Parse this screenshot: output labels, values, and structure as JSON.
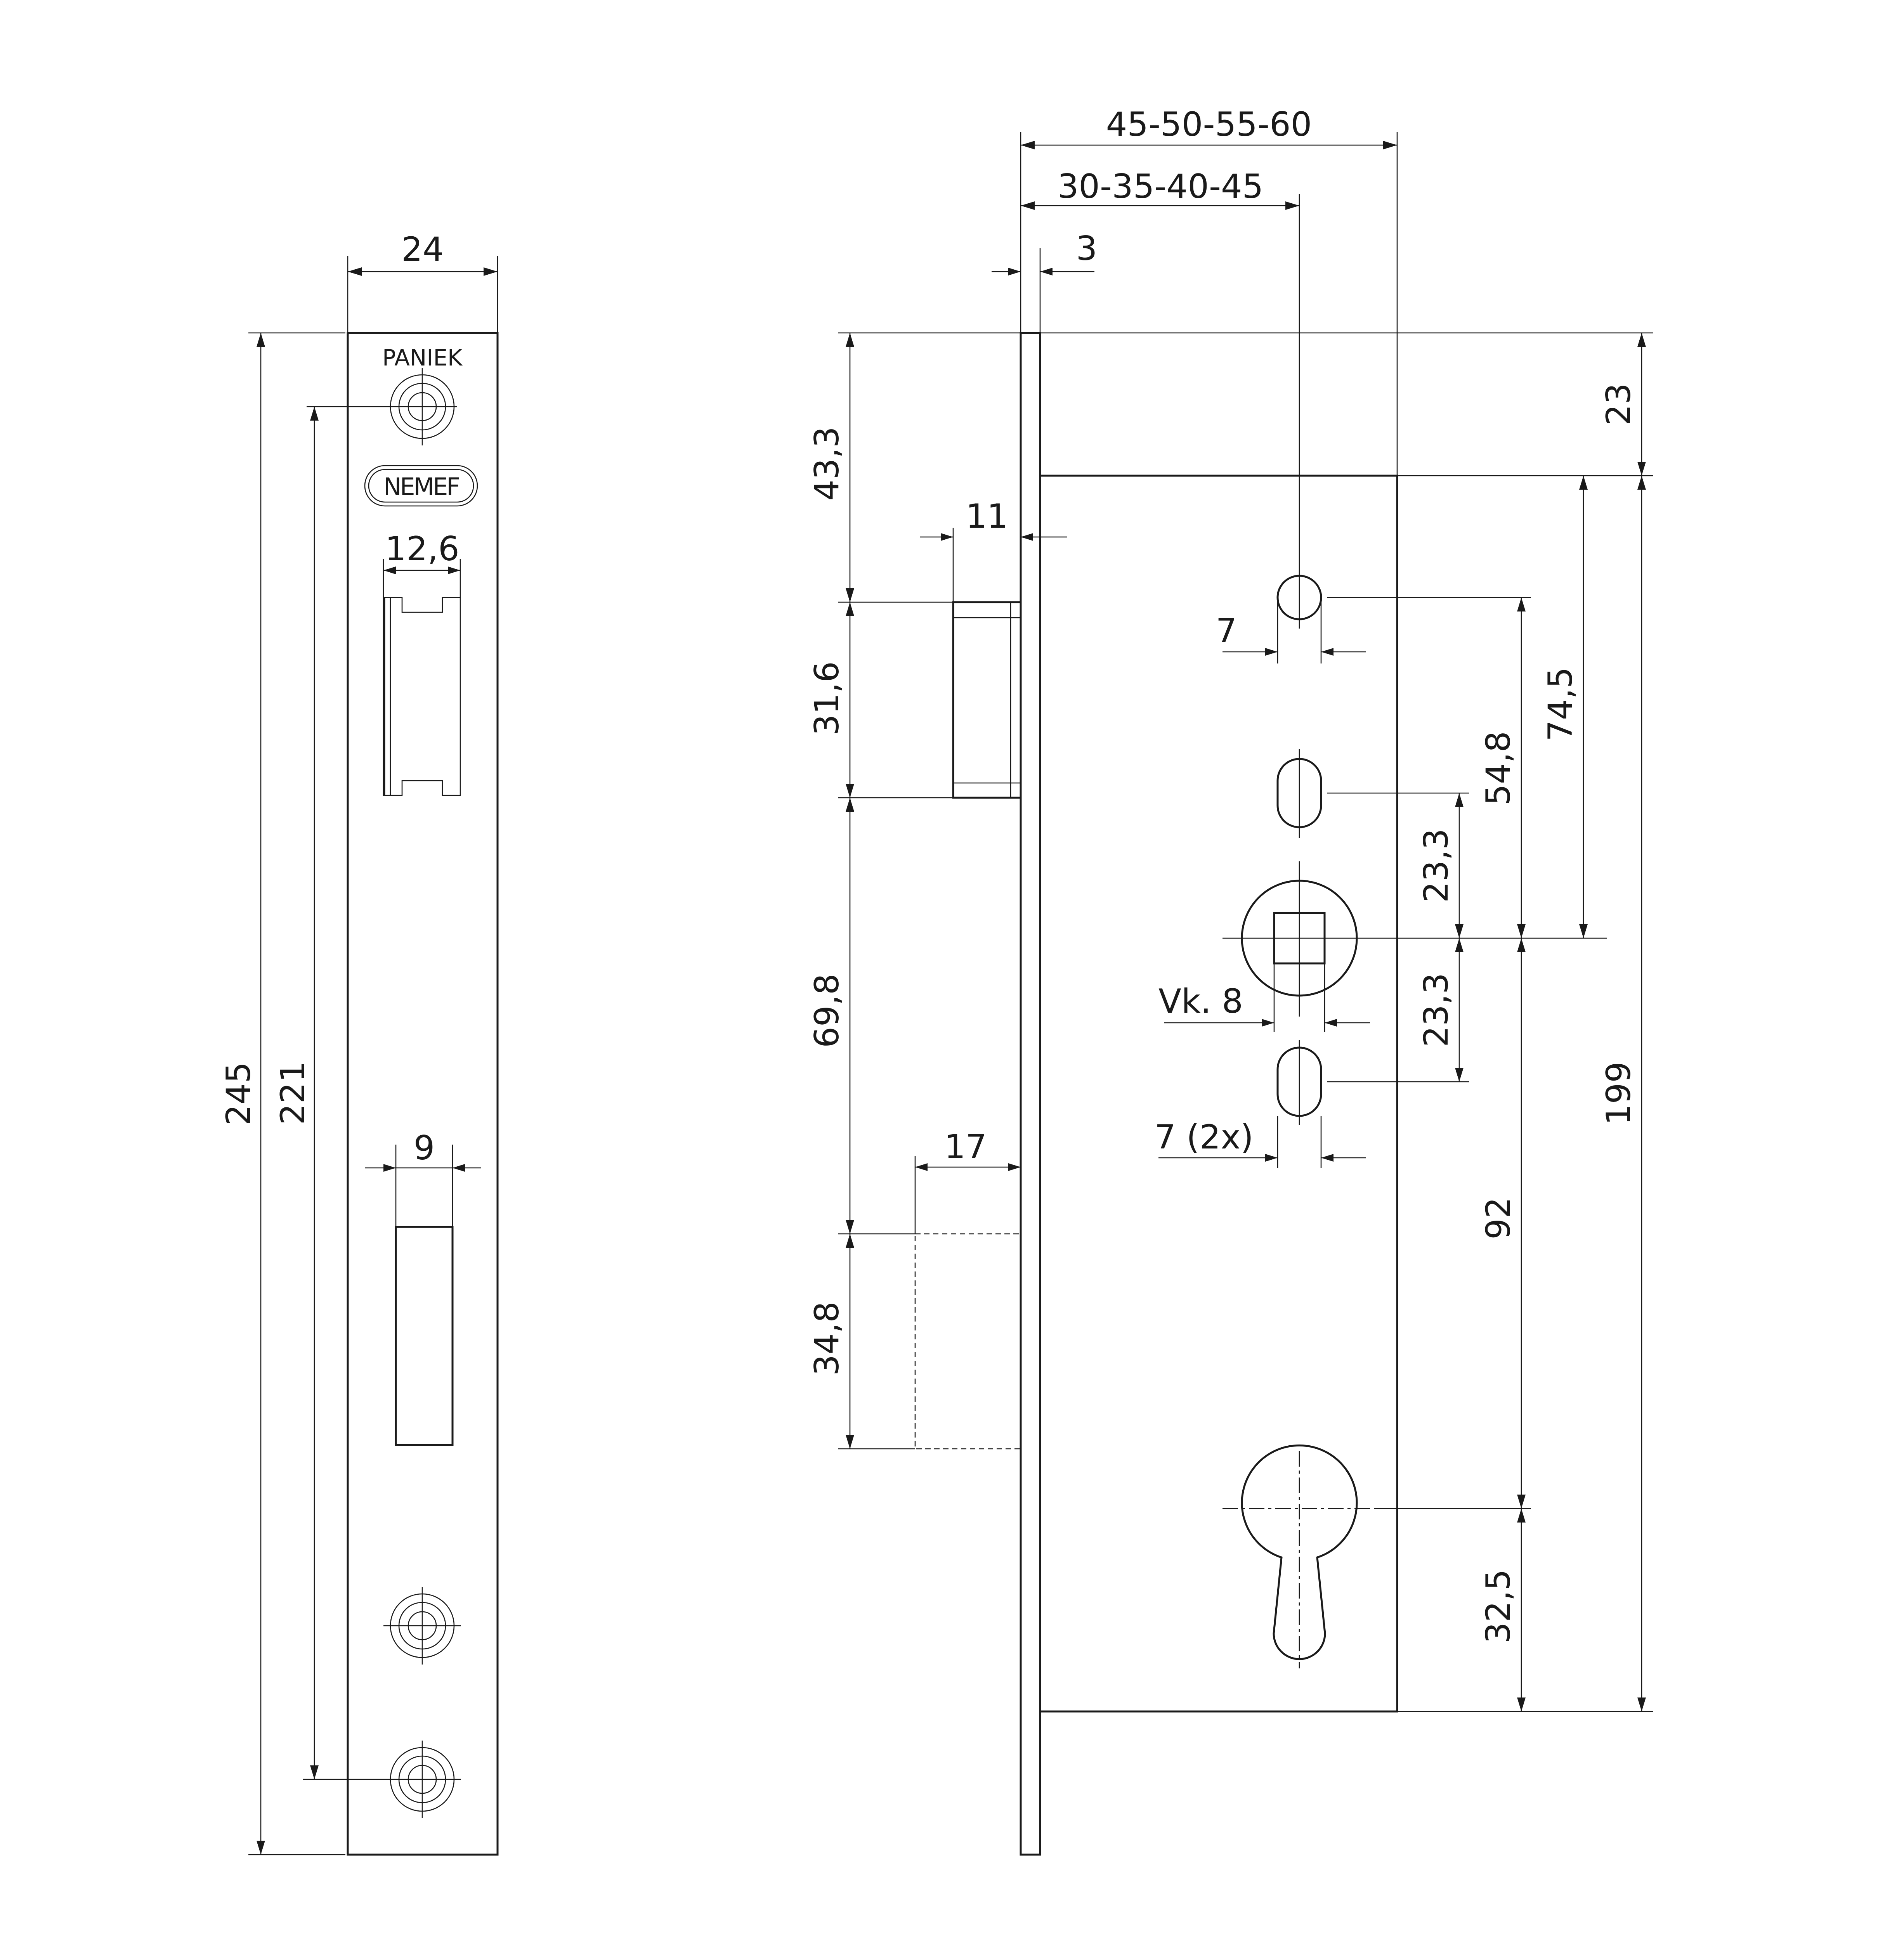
{
  "labels": {
    "paniek": "PANIEK",
    "nemef": "NEMEF"
  },
  "dims": {
    "front_width": "24",
    "front_height": "245",
    "screw_pitch": "221",
    "latch_width": "12,6",
    "bolt_width": "9",
    "backset_total": "45-50-55-60",
    "backset": "30-35-40-45",
    "plate_thickness": "3",
    "latch_projection": "11",
    "bolt_projection": "17",
    "top_to_latch": "43,3",
    "latch_height": "31,6",
    "latch_to_bolt": "69,8",
    "bolt_height": "34,8",
    "top_offset": "23",
    "hole_diameter": "7",
    "upper_to_follower": "74,5",
    "hole_to_follower": "54,8",
    "slot_spacing_upper": "23,3",
    "slot_spacing_lower": "23,3",
    "follower_square": "Vk. 8",
    "slot_diameter": "7 (2x)",
    "follower_to_cylinder": "92",
    "case_height": "199",
    "cylinder_to_bottom": "32,5"
  }
}
